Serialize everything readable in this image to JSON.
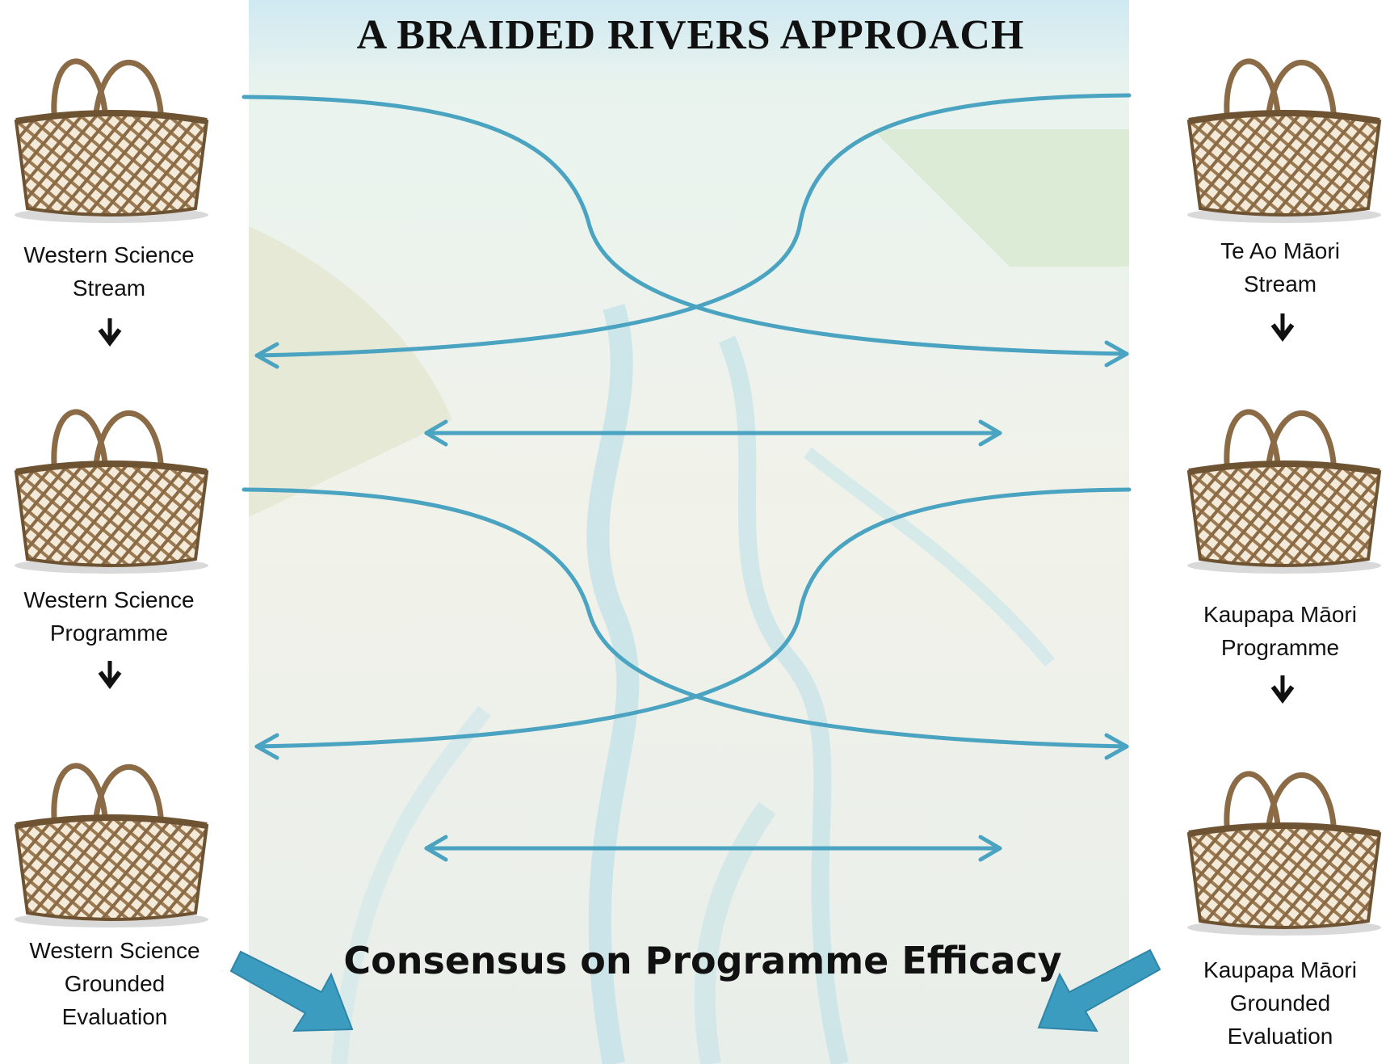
{
  "title": "A BRAIDED RIVERS APPROACH",
  "bottom_text": "Consensus on Programme Efficacy",
  "left_column": [
    {
      "line1": "Western Science",
      "line2": "Stream",
      "line3": ""
    },
    {
      "line1": "Western Science",
      "line2": "Programme",
      "line3": ""
    },
    {
      "line1": "Western Science",
      "line2": "Grounded",
      "line3": "Evaluation"
    }
  ],
  "right_column": [
    {
      "line1": "Te Ao Māori",
      "line2": "Stream",
      "line3": ""
    },
    {
      "line1": "Kaupapa Māori",
      "line2": "Programme",
      "line3": ""
    },
    {
      "line1": "Kaupapa Māori",
      "line2": "Grounded",
      "line3": "Evaluation"
    }
  ],
  "colors": {
    "braid": "#4aa3c0",
    "block_arrow": "#3b9cc0",
    "down_arrow": "#111111",
    "basket": "#9c7a52",
    "basket_dark": "#6e5333"
  },
  "icons": {
    "basket": "woven-kete-basket-icon",
    "down_arrow": "down-arrow-icon",
    "block_arrow": "block-arrow-icon"
  }
}
